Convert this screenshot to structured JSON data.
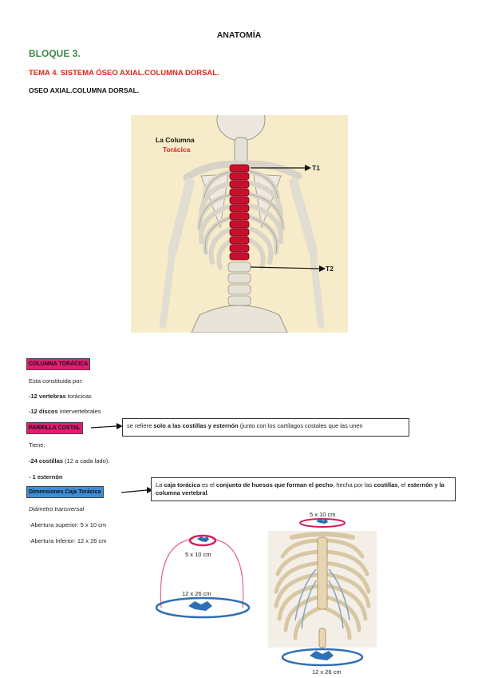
{
  "header": {
    "title": "ANATOMÍA",
    "bloque": "BLOQUE 3.",
    "tema": "TEMA 4. SISTEMA ÓSEO AXIAL.COLUMNA DORSAL.",
    "subtitle": "OSEO AXIAL.COLUMNA DORSAL."
  },
  "figure_top": {
    "label_line1": "La Columna",
    "label_line2": "Torácica",
    "marker_top": "T1",
    "marker_bottom": "T2"
  },
  "columna": {
    "tag": "COLUMNA TORÁCICA",
    "intro": "Esta constituida por:",
    "item1_bold": "-12 vertebras",
    "item1_rest": " torácicas",
    "item2_bold": "-12 discos",
    "item2_rest": " intervertebrales"
  },
  "parrilla": {
    "tag": "PARRILLA COSTAL",
    "callout_a": "se refiere ",
    "callout_b": "solo a las costillas y esternón",
    "callout_c": " (junto con los cartílagos costales que las unen",
    "tiene": "Tiene:",
    "item1_bold": "-24 costillas",
    "item1_rest": " (12 a cada lado).",
    "item2_bold": "- 1 esternón"
  },
  "dimensiones": {
    "tag": "Dimensiones Caja Torácica",
    "callout_a": "La ",
    "callout_b": "caja torácica",
    "callout_c": " es el ",
    "callout_d": "conjunto de huesos que forman el pecho",
    "callout_e": ", hecha por las ",
    "callout_f": "costillas",
    "callout_g": ", el ",
    "callout_h": "esternón y la columna vertebral",
    "callout_i": ".",
    "diametro": "Diámetro transversal",
    "superior": "-Abertura superior: 5 x 10 cm",
    "inferior": "-Abertura Inferior: 12 x 26 cm"
  },
  "diagram": {
    "left_top_dim": "5 x 10 cm",
    "left_bottom_dim": "12 x 26 cm",
    "right_top_dim": "5 x 10 cm",
    "right_bottom_dim": "12 x 26 cm"
  },
  "colors": {
    "green": "#3d8a4e",
    "red": "#e3231a",
    "pink": "#e21d72",
    "blue": "#3d8ed8"
  }
}
